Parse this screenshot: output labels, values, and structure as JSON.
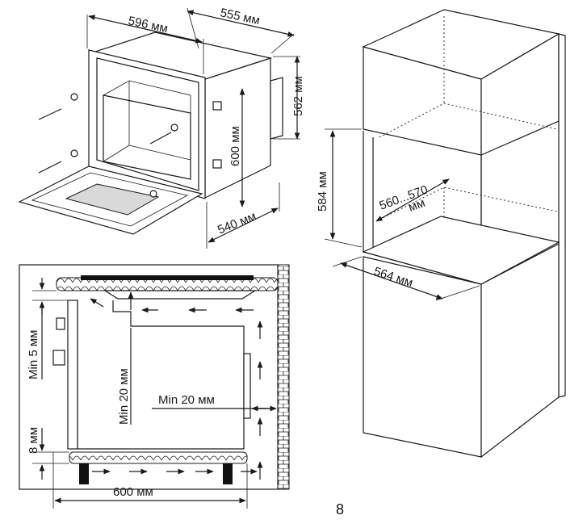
{
  "oven_perspective": {
    "width_label": "596 мм",
    "depth_label": "555 мм",
    "height_label": "562 мм",
    "front_height_label": "600 мм",
    "niche_depth_label": "540 мм"
  },
  "column_cabinet": {
    "niche_height_label": "584 мм",
    "niche_width_label": "560...570",
    "niche_width_unit": "мм",
    "niche_depth_label": "564 мм"
  },
  "section_view": {
    "gap_top_label": "Min 5 мм",
    "gap_back_label": "Min 20 мм",
    "gap_side_label": "Min 20 мм",
    "gap_bottom_label": "8 мм",
    "width_label": "600 мм"
  },
  "page_number": "8"
}
